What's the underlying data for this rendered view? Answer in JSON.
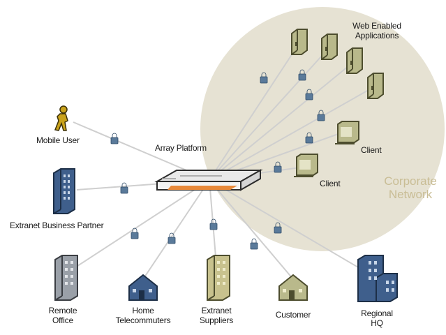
{
  "labels": {
    "web_enabled_applications": "Web Enabled\nApplications",
    "array_platform": "Array Platform",
    "mobile_user": "Mobile User",
    "client_1": "Client",
    "client_2": "Client",
    "corporate_network": "Corporate\nNetwork",
    "extranet_business_partner": "Extranet Business Partner",
    "remote_office": "Remote\nOffice",
    "home_telecommuters": "Home\nTelecommuters",
    "extranet_suppliers": "Extranet\nSuppliers",
    "customer": "Customer",
    "regional_hq": "Regional\nHQ"
  },
  "colors": {
    "corporate_circle": "#e6e2d3",
    "corporate_text": "#c9bd95",
    "server_fill": "#b9b98b",
    "server_stroke": "#4d4d2e",
    "building_blue": "#3f5f8c",
    "building_gray": "#9aa0a8",
    "house_blue": "#3f5f8c",
    "house_olive": "#b9b98b",
    "mobile_user": "#c9a21b",
    "device_orange": "#e8893a",
    "connection_line": "#c8c8c8",
    "lock_blue": "#5a7a9a"
  },
  "icons": [
    "server-icon",
    "monitor-icon",
    "mobile-user-icon",
    "building-icon",
    "house-icon",
    "lock-icon",
    "array-platform-device-icon"
  ]
}
